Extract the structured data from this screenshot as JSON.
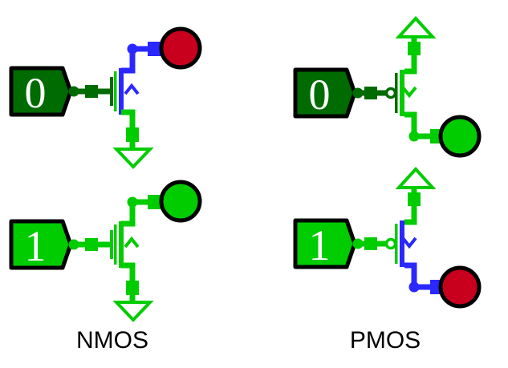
{
  "labels": {
    "left": "NMOS",
    "right": "PMOS"
  },
  "colors": {
    "zero": "#006B00",
    "one": "#00CC00",
    "floating": "#2A28FF",
    "error": "#C8001E",
    "outline": "#000000",
    "digit": "#FFFFFF"
  },
  "circuits": [
    {
      "name": "nmos-input-0",
      "kind": "nmos",
      "input": {
        "value": "0",
        "state": "zero"
      },
      "gate": "zero",
      "plate": "one",
      "channel": "floating",
      "arrow": "floating",
      "drain": "floating",
      "source": "one",
      "led": "error",
      "rail": "one"
    },
    {
      "name": "nmos-input-1",
      "kind": "nmos",
      "input": {
        "value": "1",
        "state": "one"
      },
      "gate": "one",
      "plate": "one",
      "channel": "one",
      "arrow": "one",
      "drain": "one",
      "source": "one",
      "led": "one",
      "rail": "one"
    },
    {
      "name": "pmos-input-0",
      "kind": "pmos",
      "input": {
        "value": "0",
        "state": "zero"
      },
      "gate": "zero",
      "plate": "zero",
      "channel": "one",
      "arrow": "one",
      "drain": "one",
      "source": "one",
      "led": "one",
      "rail": "one"
    },
    {
      "name": "pmos-input-1",
      "kind": "pmos",
      "input": {
        "value": "1",
        "state": "one"
      },
      "gate": "one",
      "plate": "one",
      "channel": "floating",
      "arrow": "floating",
      "drain": "floating",
      "source": "one",
      "led": "error",
      "rail": "one"
    }
  ]
}
